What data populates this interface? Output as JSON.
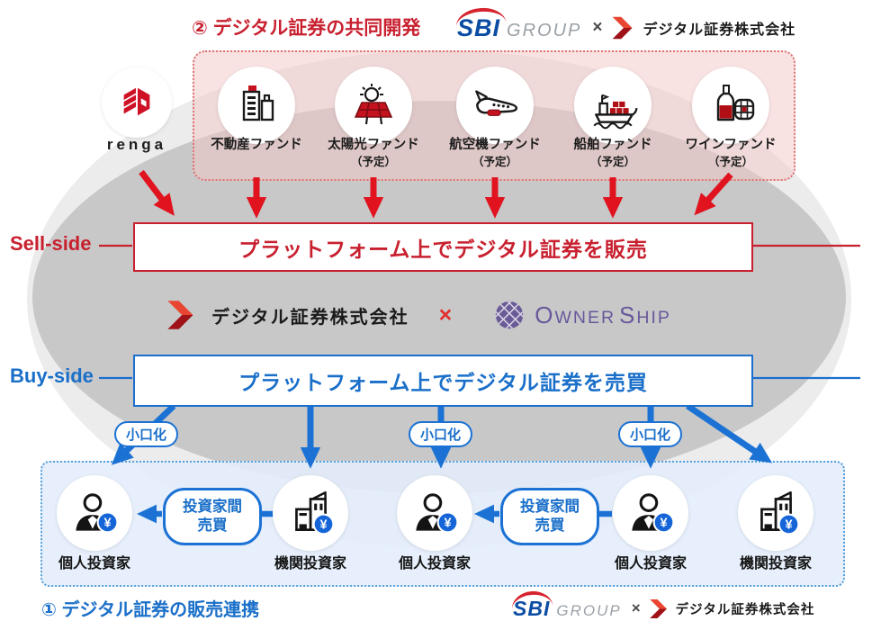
{
  "top_header": {
    "section_label": "② デジタル証券の共同開発",
    "sbi": "SBI",
    "group": "GROUP",
    "cross": "×",
    "digital_securities": "デジタル証券株式会社"
  },
  "funds": {
    "renga_label": "renga",
    "items": [
      {
        "label": "不動産ファンド",
        "note": ""
      },
      {
        "label": "太陽光ファンド",
        "note": "（予定）"
      },
      {
        "label": "航空機ファンド",
        "note": "（予定）"
      },
      {
        "label": "船舶ファンド",
        "note": "（予定）"
      },
      {
        "label": "ワインファンド",
        "note": "（予定）"
      }
    ]
  },
  "sell_side": {
    "label": "Sell-side",
    "box_text": "プラットフォーム上でデジタル証券を販売"
  },
  "partnership": {
    "digital_securities": "デジタル証券株式会社",
    "cross": "×",
    "ownership_o": "O",
    "ownership_wner": "WNER",
    "ownership_s": "S",
    "ownership_hip": "HIP"
  },
  "buy_side": {
    "label": "Buy-side",
    "box_text": "プラットフォーム上でデジタル証券を売買"
  },
  "fractionalization": {
    "badge": "小口化"
  },
  "investors": {
    "trade_line1": "投資家間",
    "trade_line2": "売買",
    "labels": [
      "個人投資家",
      "機関投資家",
      "個人投資家",
      "個人投資家",
      "機関投資家"
    ]
  },
  "bottom_header": {
    "section_label": "① デジタル証券の販売連携",
    "sbi": "SBI",
    "group": "GROUP",
    "cross": "×",
    "digital_securities": "デジタル証券株式会社"
  }
}
